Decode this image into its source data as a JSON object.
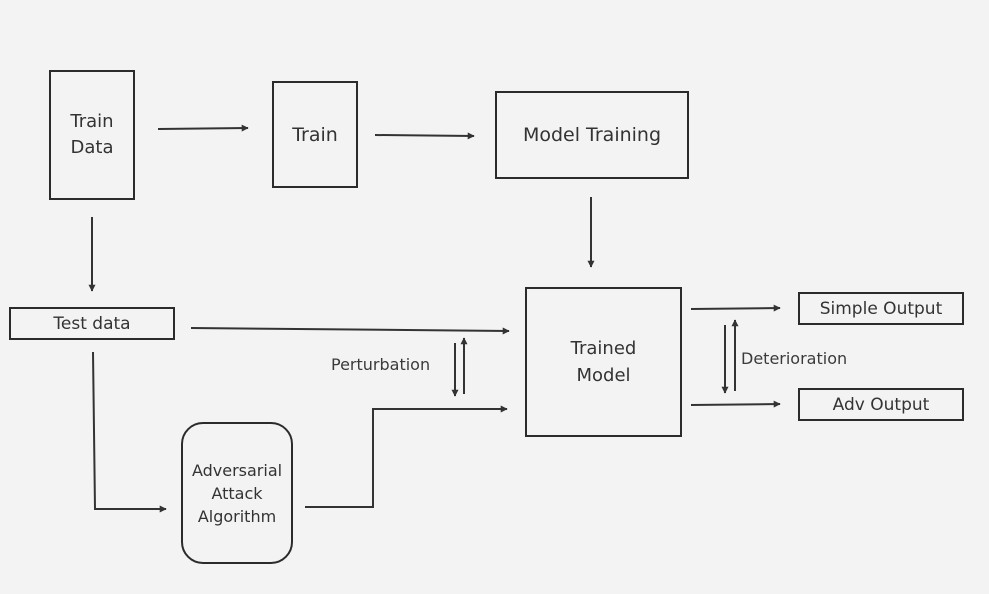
{
  "diagram": {
    "nodes": {
      "train_data": {
        "line1": "Train",
        "line2": "Data"
      },
      "train": {
        "label": "Train"
      },
      "model_training": {
        "label": "Model Training"
      },
      "test_data": {
        "label": "Test data"
      },
      "trained_model": {
        "line1": "Trained",
        "line2": "Model"
      },
      "adversarial_attack": {
        "line1": "Adversarial",
        "line2": "Attack",
        "line3": "Algorithm"
      },
      "simple_output": {
        "label": "Simple Output"
      },
      "adv_output": {
        "label": "Adv Output"
      }
    },
    "edge_labels": {
      "perturbation": "Perturbation",
      "deterioration": "Deterioration"
    }
  },
  "colors": {
    "line": "#333333",
    "background": "#f3f3f3",
    "text": "#333333"
  }
}
